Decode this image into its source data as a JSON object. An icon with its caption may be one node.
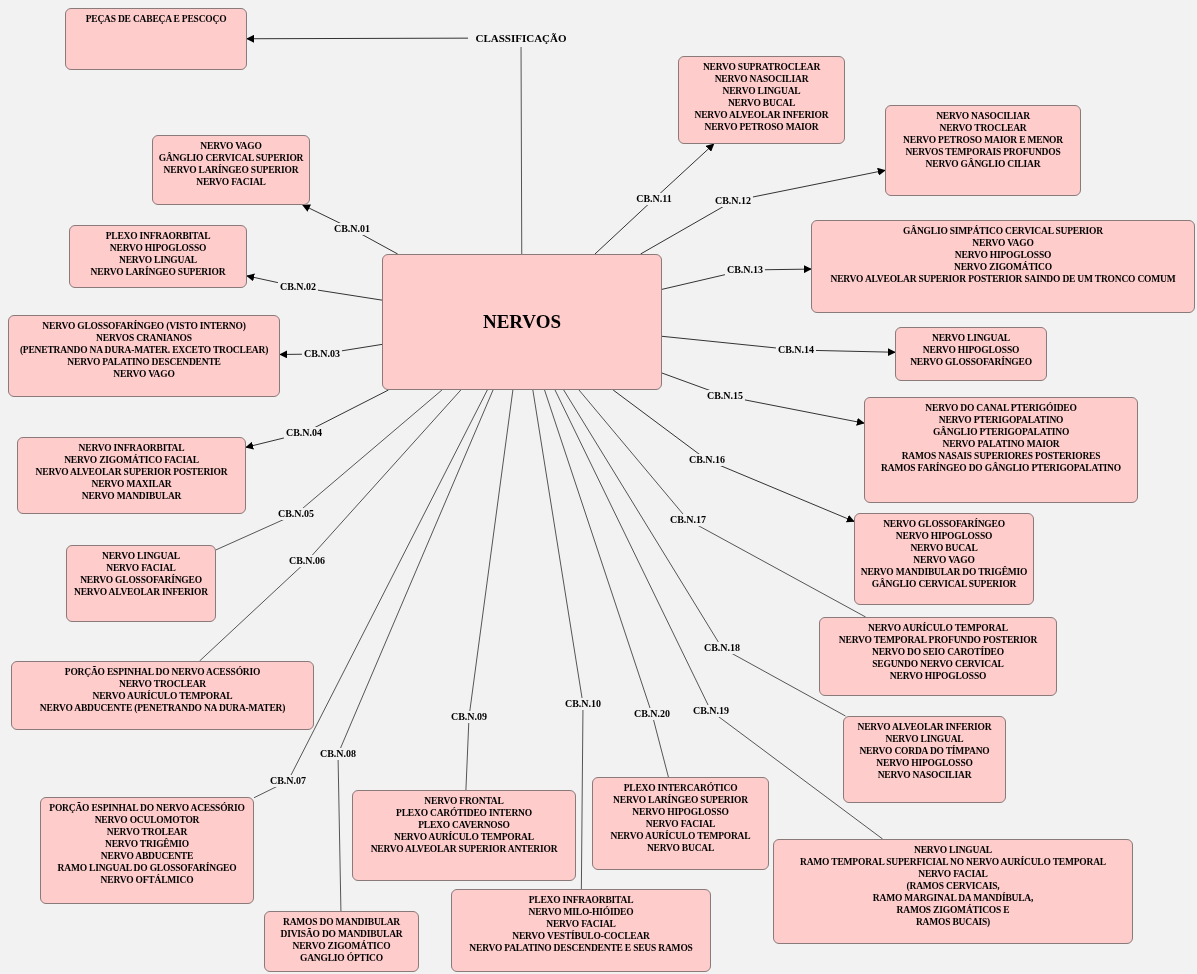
{
  "diagram": {
    "nodes": [
      {
        "text": [
          "CLASSIFICAÇÃO"
        ]
      },
      {
        "text": [
          "PEÇAS DE CABEÇA E PESCOÇO"
        ]
      },
      {
        "text": [
          "NERVOS"
        ]
      },
      {
        "text": [
          "NERVO VAGO",
          "GÂNGLIO CERVICAL SUPERIOR",
          "NERVO LARÍNGEO SUPERIOR",
          "NERVO FACIAL"
        ]
      },
      {
        "text": [
          "PLEXO INFRAORBITAL",
          "NERVO HIPOGLOSSO",
          "NERVO LINGUAL",
          "NERVO LARÍNGEO SUPERIOR"
        ]
      },
      {
        "text": [
          "NERVO GLOSSOFARÍNGEO (VISTO INTERNO)",
          "NERVOS CRANIANOS",
          "(PENETRANDO NA DURA-MATER. EXCETO TROCLEAR)",
          "NERVO PALATINO DESCENDENTE",
          "NERVO VAGO"
        ]
      },
      {
        "text": [
          "NERVO INFRAORBITAL",
          "NERVO ZIGOMÁTICO FACIAL",
          "NERVO ALVEOLAR SUPERIOR POSTERIOR",
          "NERVO MAXILAR",
          "NERVO MANDIBULAR"
        ]
      },
      {
        "text": [
          "NERVO LINGUAL",
          "NERVO FACIAL",
          "NERVO GLOSSOFARÍNGEO",
          "NERVO ALVEOLAR INFERIOR"
        ]
      },
      {
        "text": [
          "PORÇÃO ESPINHAL DO NERVO ACESSÓRIO",
          "NERVO TROCLEAR",
          "NERVO AURÍCULO TEMPORAL",
          "NERVO ABDUCENTE (PENETRANDO NA DURA-MATER)"
        ]
      },
      {
        "text": [
          "PORÇÃO ESPINHAL DO NERVO ACESSÓRIO",
          "NERVO OCULOMOTOR",
          "NERVO TROLEAR",
          "NERVO TRIGÊMIO",
          "NERVO ABDUCENTE",
          "RAMO LINGUAL DO GLOSSOFARÍNGEO",
          "NERVO OFTÁLMICO"
        ]
      },
      {
        "text": [
          "RAMOS DO MANDIBULAR",
          "DIVISÃO DO MANDIBULAR",
          "NERVO ZIGOMÁTICO",
          "GANGLIO ÓPTICO"
        ]
      },
      {
        "text": [
          "NERVO FRONTAL",
          "PLEXO CARÓTIDEO INTERNO",
          "PLEXO CAVERNOSO",
          "NERVO AURÍCULO TEMPORAL",
          "NERVO ALVEOLAR SUPERIOR ANTERIOR"
        ]
      },
      {
        "text": [
          "PLEXO INFRAORBITAL",
          "NERVO MILO-HIÓIDEO",
          "NERVO FACIAL",
          "NERVO VESTÍBULO-COCLEAR",
          "NERVO PALATINO DESCENDENTE E SEUS RAMOS"
        ]
      },
      {
        "text": [
          "NERVO SUPRATROCLEAR",
          "NERVO NASOCILIAR",
          "NERVO LINGUAL",
          "NERVO BUCAL",
          "NERVO ALVEOLAR INFERIOR",
          "NERVO PETROSO MAIOR"
        ]
      },
      {
        "text": [
          "NERVO NASOCILIAR",
          "NERVO TROCLEAR",
          "NERVO PETROSO MAIOR E MENOR",
          "NERVOS TEMPORAIS PROFUNDOS",
          "NERVO GÂNGLIO CILIAR"
        ]
      },
      {
        "text": [
          "GÂNGLIO SIMPÁTICO CERVICAL SUPERIOR",
          "NERVO VAGO",
          "NERVO HIPOGLOSSO",
          "NERVO ZIGOMÁTICO",
          "NERVO ALVEOLAR SUPERIOR POSTERIOR SAINDO DE UM TRONCO COMUM"
        ]
      },
      {
        "text": [
          "NERVO LINGUAL",
          "NERVO HIPOGLOSSO",
          "NERVO GLOSSOFARÍNGEO"
        ]
      },
      {
        "text": [
          "NERVO DO CANAL PTERIGÓIDEO",
          "NERVO PTERIGOPALATINO",
          "GÂNGLIO PTERIGOPALATINO",
          "NERVO PALATINO MAIOR",
          "RAMOS NASAIS SUPERIORES POSTERIORES",
          "RAMOS FARÍNGEO DO GÂNGLIO PTERIGOPALATINO"
        ]
      },
      {
        "text": [
          "NERVO GLOSSOFARÍNGEO",
          "NERVO HIPOGLOSSO",
          "NERVO BUCAL",
          "NERVO VAGO",
          "NERVO MANDIBULAR DO TRIGÊMIO",
          "GÂNGLIO CERVICAL SUPERIOR"
        ]
      },
      {
        "text": [
          "NERVO AURÍCULO TEMPORAL",
          "NERVO TEMPORAL PROFUNDO POSTERIOR",
          "NERVO DO SEIO CAROTÍDEO",
          "SEGUNDO NERVO CERVICAL",
          "NERVO HIPOGLOSSO"
        ]
      },
      {
        "text": [
          "NERVO ALVEOLAR INFERIOR",
          "NERVO LINGUAL",
          "NERVO CORDA DO TÍMPANO",
          "NERVO HIPOGLOSSO",
          "NERVO NASOCILIAR"
        ]
      },
      {
        "text": [
          "NERVO LINGUAL",
          "RAMO TEMPORAL SUPERFICIAL NO NERVO AURÍCULO TEMPORAL",
          "NERVO FACIAL",
          "(RAMOS CERVICAIS,",
          "RAMO MARGINAL DA MANDÍBULA,",
          "RAMOS ZIGOMÁTICOS E",
          "RAMOS BUCAIS)"
        ]
      },
      {
        "text": [
          "PLEXO INTERCARÓTICO",
          "NERVO LARÍNGEO SUPERIOR",
          "NERVO HIPOGLOSSO",
          "NERVO FACIAL",
          "NERVO AURÍCULO TEMPORAL",
          "NERVO BUCAL"
        ]
      }
    ],
    "edges": [
      {
        "from": 0,
        "to": 1,
        "arrow": "to"
      },
      {
        "from": 0,
        "to": 2,
        "arrow": "none"
      },
      {
        "from": 2,
        "to": 3,
        "arrow": "to",
        "label": "CB.N.01"
      },
      {
        "from": 2,
        "to": 4,
        "arrow": "to",
        "label": "CB.N.02"
      },
      {
        "from": 2,
        "to": 5,
        "arrow": "to",
        "label": "CB.N.03"
      },
      {
        "from": 2,
        "to": 6,
        "arrow": "to",
        "label": "CB.N.04"
      },
      {
        "from": 2,
        "to": 7,
        "arrow": "none",
        "label": "CB.N.05"
      },
      {
        "from": 2,
        "to": 8,
        "arrow": "none",
        "label": "CB.N.06"
      },
      {
        "from": 2,
        "to": 9,
        "arrow": "none",
        "label": "CB.N.07"
      },
      {
        "from": 2,
        "to": 10,
        "arrow": "none",
        "label": "CB.N.08"
      },
      {
        "from": 2,
        "to": 11,
        "arrow": "none",
        "label": "CB.N.09"
      },
      {
        "from": 2,
        "to": 12,
        "arrow": "none",
        "label": "CB.N.10"
      },
      {
        "from": 2,
        "to": 13,
        "arrow": "to",
        "label": "CB.N.11"
      },
      {
        "from": 2,
        "to": 14,
        "arrow": "to",
        "label": "CB.N.12"
      },
      {
        "from": 2,
        "to": 15,
        "arrow": "to",
        "label": "CB.N.13"
      },
      {
        "from": 2,
        "to": 16,
        "arrow": "to",
        "label": "CB.N.14"
      },
      {
        "from": 2,
        "to": 17,
        "arrow": "to",
        "label": "CB.N.15"
      },
      {
        "from": 2,
        "to": 18,
        "arrow": "to",
        "label": "CB.N.16"
      },
      {
        "from": 2,
        "to": 19,
        "arrow": "none",
        "label": "CB.N.17"
      },
      {
        "from": 2,
        "to": 20,
        "arrow": "none",
        "label": "CB.N.18"
      },
      {
        "from": 2,
        "to": 21,
        "arrow": "none",
        "label": "CB.N.19"
      },
      {
        "from": 2,
        "to": 22,
        "arrow": "none",
        "label": "CB.N.20"
      }
    ]
  }
}
